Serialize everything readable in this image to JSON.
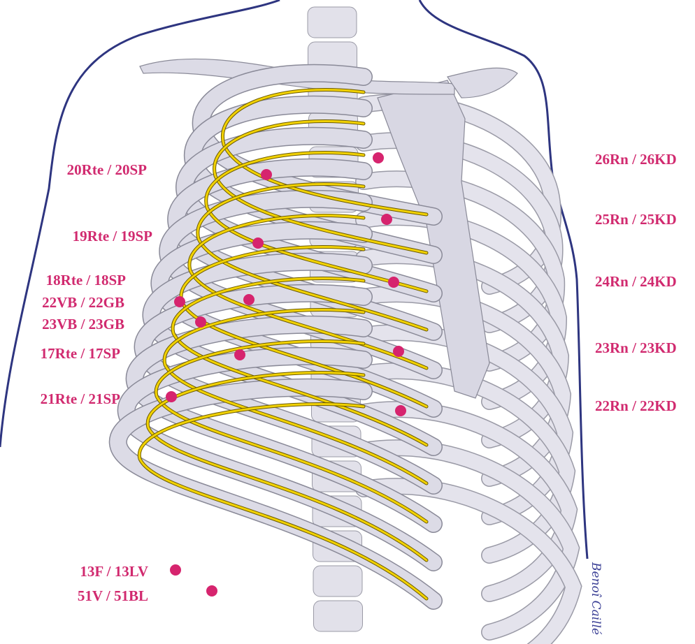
{
  "labels_left": [
    {
      "id": "20rte",
      "text": "20Rte / 20SP"
    },
    {
      "id": "19rte",
      "text": "19Rte / 19SP"
    },
    {
      "id": "18rte",
      "text": "18Rte / 18SP"
    },
    {
      "id": "22vb",
      "text": "22VB / 22GB"
    },
    {
      "id": "23vb",
      "text": "23VB / 23GB"
    },
    {
      "id": "17rte",
      "text": "17Rte / 17SP"
    },
    {
      "id": "21rte",
      "text": "21Rte / 21SP"
    },
    {
      "id": "13f",
      "text": "13F / 13LV"
    },
    {
      "id": "51v",
      "text": "51V / 51BL"
    }
  ],
  "labels_right": [
    {
      "id": "26rn",
      "text": "26Rn / 26KD"
    },
    {
      "id": "25rn",
      "text": "25Rn / 25KD"
    },
    {
      "id": "24rn",
      "text": "24Rn / 24KD"
    },
    {
      "id": "23rn",
      "text": "23Rn / 23KD"
    },
    {
      "id": "22rn",
      "text": "22Rn / 22KD"
    }
  ],
  "signature": "Benoî Caillé",
  "colors": {
    "point": "#d6246e",
    "label": "#d12a6f",
    "nerve": "#f2d200",
    "bone": "#dcdbe6",
    "outline": "#2e3580"
  }
}
